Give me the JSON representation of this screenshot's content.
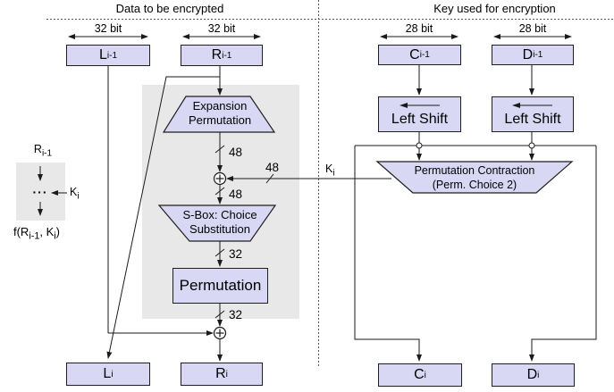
{
  "colors": {
    "box_fill": "#d8d8f4",
    "box_border": "#1f1f1f",
    "panel_gray": "#e8e8e8",
    "line": "#1a1a1a",
    "dash": "#555555",
    "text": "#000000",
    "bg": "#ffffff"
  },
  "headers": {
    "data_half": "Data to be encrypted",
    "key_half": "Key used for encryption"
  },
  "bit_widths": {
    "l_prev": "32 bit",
    "r_prev": "32 bit",
    "c_prev": "28 bit",
    "d_prev": "28 bit"
  },
  "registers": {
    "l_prev": {
      "main": "L",
      "sub": "i-1"
    },
    "r_prev": {
      "main": "R",
      "sub": "i-1"
    },
    "c_prev": {
      "main": "C",
      "sub": "i-1"
    },
    "d_prev": {
      "main": "D",
      "sub": "i-1"
    },
    "l_next": {
      "main": "L",
      "sub": "i"
    },
    "r_next": {
      "main": "R",
      "sub": "i"
    },
    "c_next": {
      "main": "C",
      "sub": "i"
    },
    "d_next": {
      "main": "D",
      "sub": "i"
    }
  },
  "blocks": {
    "expansion_permutation": {
      "line1": "Expansion",
      "line2": "Permutation"
    },
    "sbox": {
      "line1": "S-Box: Choice",
      "line2": "Substitution"
    },
    "permutation": "Permutation",
    "left_shift_c": "Left Shift",
    "left_shift_d": "Left Shift",
    "permuted_choice": {
      "line1": "Permutation Contraction",
      "line2": "(Perm. Choice 2)"
    }
  },
  "bus_widths": {
    "expansion_out": "48",
    "subkey": "48",
    "xor_out": "48",
    "sbox_out": "32",
    "permutation_out": "32"
  },
  "subkey_label": {
    "main": "K",
    "sub": "i"
  },
  "legend": {
    "input": {
      "main": "R",
      "sub": "i-1"
    },
    "dots": "···",
    "key": {
      "main": "K",
      "sub": "i"
    },
    "output": {
      "p1": "f(R",
      "s1": "i-1",
      "p2": ", K",
      "s2": "i",
      "p3": ")"
    }
  }
}
